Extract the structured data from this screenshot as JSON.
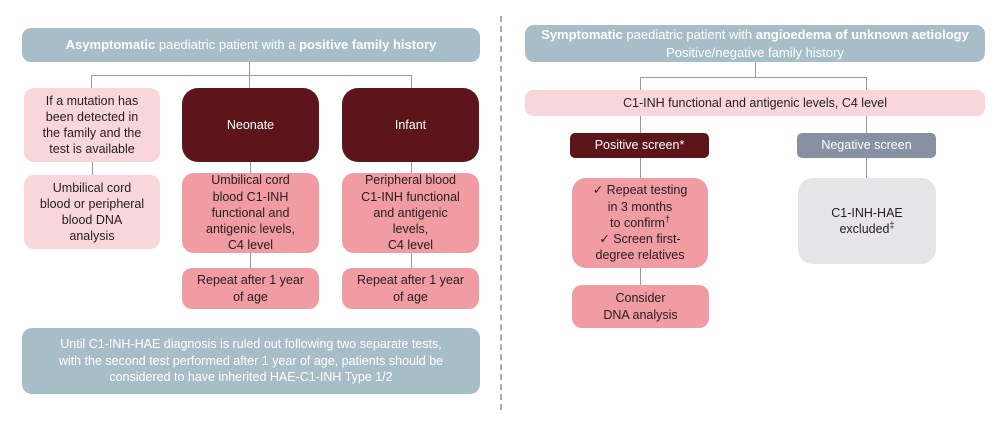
{
  "colors": {
    "header_blue": "#a7bec9",
    "dark_maroon": "#5c151a",
    "light_pink": "#f8d6d9",
    "medium_pink": "#f19ba3",
    "slate_gray": "#8791a2",
    "light_gray": "#e5e5e7",
    "text_dark": "#231f20",
    "text_white": "#ffffff",
    "connector_gray": "#9a9a9a"
  },
  "left": {
    "header": {
      "bold1": "Asymptomatic",
      "mid": " paediatric patient with a ",
      "bold2": "positive family history"
    },
    "mutation_box": {
      "lines": [
        "If a mutation has",
        "been detected in",
        "the family and the",
        "test is available"
      ]
    },
    "neonate_label": "Neonate",
    "infant_label": "Infant",
    "dna_box": {
      "lines": [
        "Umbilical cord",
        "blood or peripheral",
        "blood DNA",
        "analysis"
      ]
    },
    "neonate_test_box": {
      "lines": [
        "Umbilical cord",
        "blood C1-INH",
        "functional and",
        "antigenic levels,",
        "C4 level"
      ]
    },
    "infant_test_box": {
      "lines": [
        "Peripheral blood",
        "C1-INH functional",
        "and antigenic",
        "levels,",
        "C4 level"
      ]
    },
    "repeat_box": {
      "lines": [
        "Repeat after 1 year",
        "of age"
      ]
    },
    "footnote": {
      "lines": [
        "Until C1-INH-HAE diagnosis is ruled out following two separate tests,",
        "with the second test performed after 1 year of age, patients should be",
        "considered to have inherited HAE-C1-INH Type 1/2"
      ]
    }
  },
  "right": {
    "header": {
      "bold1": "Symptomatic",
      "mid": " paediatric patient with ",
      "bold2": "angioedema of unknown aetiology",
      "line2": "Positive/negative family history"
    },
    "screening_bar": "C1-INH functional and antigenic levels, C4 level",
    "positive_screen": "Positive screen*",
    "negative_screen": "Negative screen",
    "checklist": {
      "lines": [
        "✓ Repeat testing",
        "in 3 months",
        "to confirm",
        "✓ Screen first-",
        "degree relatives"
      ],
      "sup_dagger": "†"
    },
    "excluded": {
      "line1": "C1-INH-HAE",
      "line2": "excluded",
      "sup": "‡"
    },
    "consider": {
      "line1": "Consider",
      "line2": "DNA analysis"
    }
  }
}
